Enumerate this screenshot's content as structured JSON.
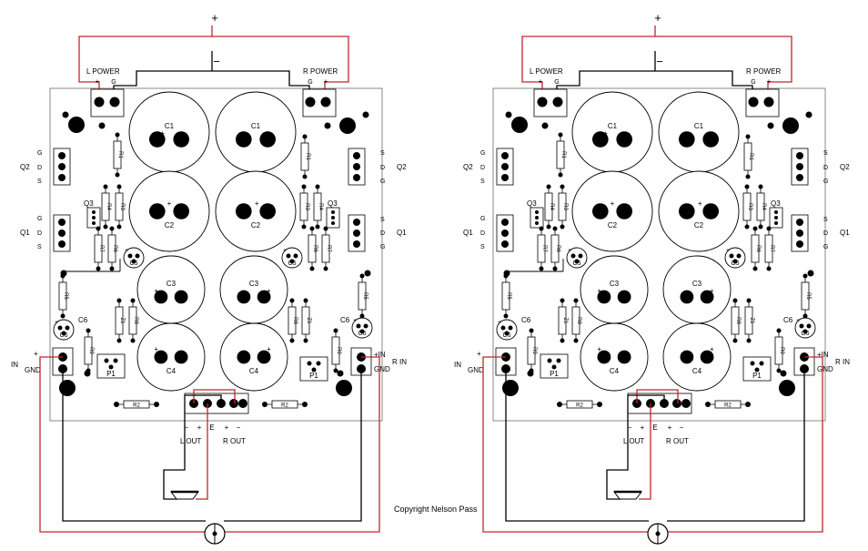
{
  "diagram": {
    "boards": [
      {
        "id": "left",
        "plus": "+",
        "minus": "−",
        "power_left": "L POWER",
        "power_right": "R POWER",
        "pin_plus": "+",
        "pin_g": "G",
        "q2": "Q2",
        "q1": "Q1",
        "gds": [
          "G",
          "D",
          "S"
        ],
        "sdg": [
          "S",
          "D",
          "G"
        ],
        "sdg2": [
          "S",
          "D",
          "G"
        ],
        "gds2": [
          "G",
          "D",
          "S"
        ],
        "c1": "C1",
        "c2": "C2",
        "c3": "C3",
        "c4": "C4",
        "c5": "C5",
        "c6": "C6",
        "q3": "Q3",
        "r1": "R1",
        "r2": "R2",
        "r3": "R3",
        "r4": "R4",
        "r5": "R5",
        "r6": "R6",
        "r7": "R7",
        "r8": "R8",
        "r9": "R9",
        "z1": "Z1",
        "p1": "P1",
        "in_left": "IN",
        "gnd_left": "GND",
        "in_plus": "+",
        "in_right": "+IN",
        "gnd_right": "GND",
        "r_in": "R IN",
        "out_signs": [
          "−",
          "+",
          "E",
          "+",
          "−"
        ],
        "l_out": "L OUT",
        "r_out": "R OUT"
      },
      {
        "id": "right",
        "plus": "+",
        "minus": "−",
        "power_left": "L POWER",
        "power_right": "R POWER",
        "pin_plus": "+",
        "pin_g": "G",
        "q2": "Q2",
        "q1": "Q1",
        "gds": [
          "G",
          "D",
          "S"
        ],
        "sdg": [
          "S",
          "D",
          "G"
        ],
        "sdg2": [
          "S",
          "D",
          "G"
        ],
        "gds2": [
          "G",
          "D",
          "S"
        ],
        "c1": "C1",
        "c2": "C2",
        "c3": "C3",
        "c4": "C4",
        "c5": "C5",
        "c6": "C6",
        "q3": "Q3",
        "r1": "R1",
        "r2": "R2",
        "r3": "R3",
        "r4": "R4",
        "r5": "R5",
        "r6": "R6",
        "r7": "R7",
        "r8": "R8",
        "r9": "R9",
        "z1": "Z1",
        "p1": "P1",
        "in_left": "IN",
        "gnd_left": "GND",
        "in_plus": "+",
        "in_right": "+IN",
        "gnd_right": "GND",
        "r_in": "R IN",
        "out_signs": [
          "−",
          "+",
          "E",
          "+",
          "−"
        ],
        "l_out": "L OUT",
        "r_out": "R OUT"
      }
    ],
    "copyright": "Copyright Nelson Pass",
    "colors": {
      "wire_red": "#c0272d",
      "wire_black": "#000000",
      "board_edge": "#888888",
      "pad": "#000000"
    }
  }
}
